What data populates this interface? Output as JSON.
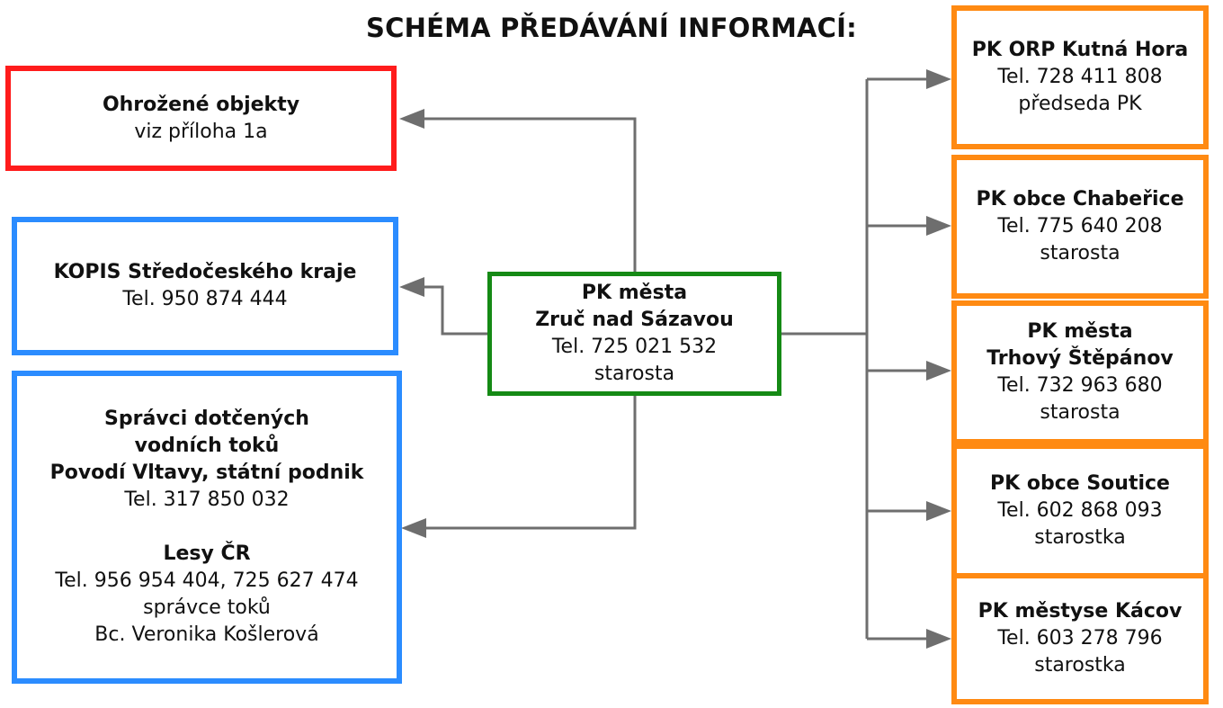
{
  "title": "SCHÉMA PŘEDÁVÁNÍ INFORMACÍ:",
  "colors": {
    "red_border": "#ff1c1c",
    "blue_border": "#2b8cff",
    "green_border": "#158a15",
    "orange_border": "#ff8a12",
    "connector": "#6e6e6e"
  },
  "center": {
    "line1": "PK města",
    "line2": "Zruč nad Sázavou",
    "phone": "Tel. 725 021 532",
    "role": "starosta"
  },
  "threatened": {
    "name": "Ohrožené objekty",
    "note": "viz příloha 1a"
  },
  "kopis": {
    "name": "KOPIS Středočeského kraje",
    "phone": "Tel. 950 874 444"
  },
  "managers": {
    "line1": "Správci dotčených",
    "line2": "vodních toků",
    "line3": "Povodí Vltavy, státní podnik",
    "phone1": "Tel. 317 850 032",
    "name2": "Lesy ČR",
    "phone2": "Tel. 956 954 404, 725 627 474",
    "role2": "správce toků",
    "person": "Bc. Veronika Košlerová"
  },
  "orp": {
    "name": "PK ORP Kutná Hora",
    "phone": "Tel. 728 411 808",
    "role": "předseda PK"
  },
  "chaberice": {
    "name": "PK obce Chabeřice",
    "phone": "Tel. 775 640 208",
    "role": "starosta"
  },
  "trhovy": {
    "line1": "PK města",
    "line2": "Trhový Štěpánov",
    "phone": "Tel. 732 963 680",
    "role": "starosta"
  },
  "soutice": {
    "name": "PK obce Soutice",
    "phone": "Tel. 602 868 093",
    "role": "starostka"
  },
  "kacov": {
    "name": "PK městyse Kácov",
    "phone": "Tel. 603 278 796",
    "role": "starostka"
  }
}
